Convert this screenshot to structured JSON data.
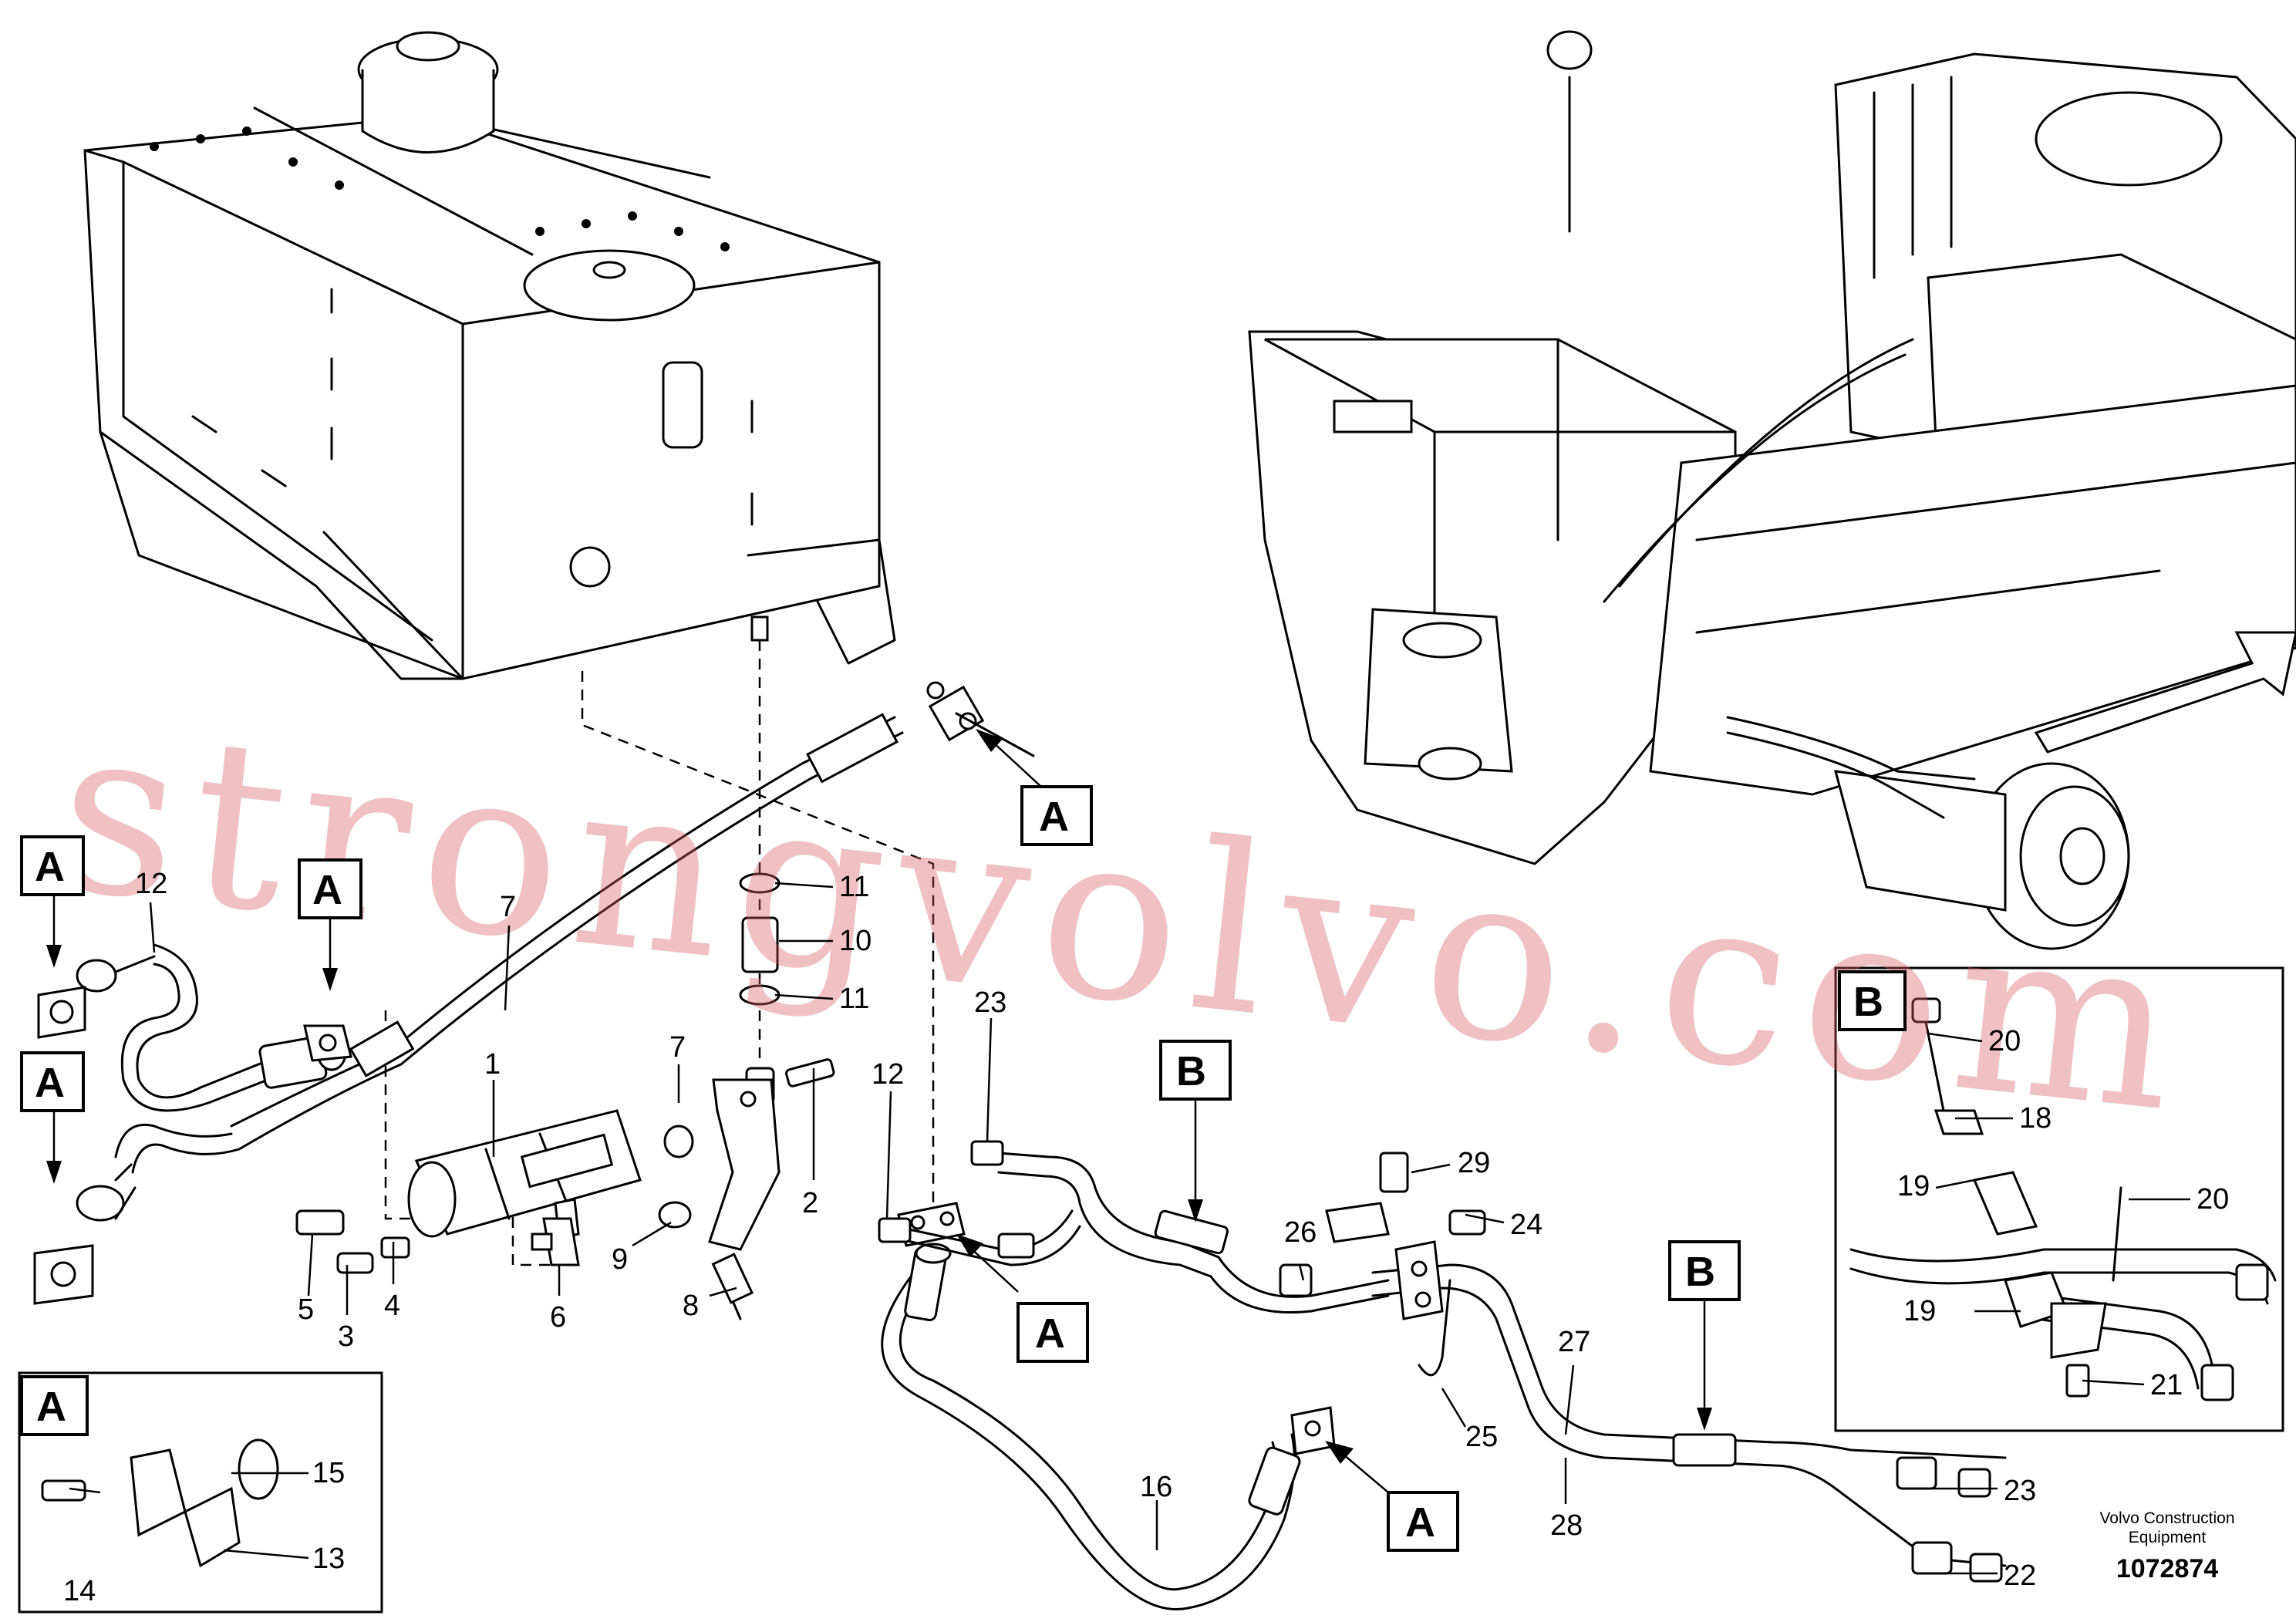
{
  "watermark": "strongvolvo.com",
  "footer": {
    "brand_line1": "Volvo Construction",
    "brand_line2": "Equipment",
    "drawing_number": "1072874"
  },
  "detail_labels": {
    "a": "A",
    "b": "B"
  },
  "callouts": {
    "c1": "1",
    "c2": "2",
    "c3": "3",
    "c4": "4",
    "c5": "5",
    "c6": "6",
    "c7a": "7",
    "c7b": "7",
    "c8": "8",
    "c9": "9",
    "c10": "10",
    "c11a": "11",
    "c11b": "11",
    "c12a": "12",
    "c12b": "12",
    "c13": "13",
    "c14": "14",
    "c15": "15",
    "c16": "16",
    "c18": "18",
    "c19a": "19",
    "c19b": "19",
    "c20a": "20",
    "c20b": "20",
    "c21": "21",
    "c22": "22",
    "c23a": "23",
    "c23b": "23",
    "c24": "24",
    "c25": "25",
    "c26": "26",
    "c27": "27",
    "c28": "28",
    "c29": "29"
  }
}
